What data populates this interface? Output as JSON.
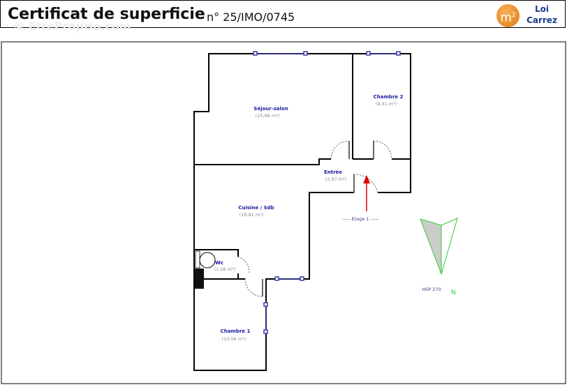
{
  "header": {
    "title": "Certificat de superficie",
    "reference": "n° 25/IMO/0745",
    "watermark": "© EtreProprio.com",
    "logo_text": "m²",
    "logo_label_1": "Loi",
    "logo_label_2": "Carrez"
  },
  "rooms": [
    {
      "name": "Séjour-salon",
      "area": "(15,96 m²)"
    },
    {
      "name": "Chambre 2",
      "area": "(9,41 m²)"
    },
    {
      "name": "Entrée",
      "area": "(2,97 m²)"
    },
    {
      "name": "Cuisine / Sdb",
      "area": "(16,82 m²)"
    },
    {
      "name": "Wc",
      "area": "(1,26 m²)"
    },
    {
      "name": "Chambre 1",
      "area": "(10,56 m²)"
    }
  ],
  "floor_label": "----- Etage 1 -----",
  "compass": {
    "label": "HSP 270",
    "north": "N"
  },
  "colors": {
    "wall": "#000000",
    "window": "#3a3aa0",
    "room_name": "#1a1aa0",
    "compass": "#33cc33",
    "arrow": "#e00000"
  }
}
